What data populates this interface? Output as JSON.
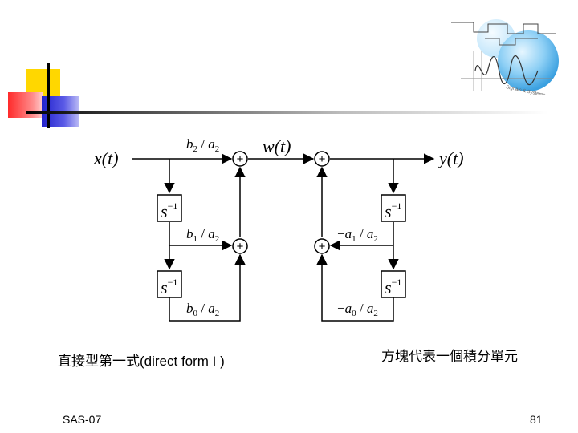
{
  "logo": {
    "caption": "Signals & Systems"
  },
  "diagram": {
    "input_label": "x(t)",
    "output_label": "y(t)",
    "intermediate_label": "w(t)",
    "integrator_label": "s",
    "integrator_exp": "−1",
    "coef_b2": {
      "num": "b",
      "sub": "2",
      "den": "a",
      "dsub": "2"
    },
    "coef_b1": {
      "num": "b",
      "sub": "1",
      "den": "a",
      "dsub": "2"
    },
    "coef_b0": {
      "num": "b",
      "sub": "0",
      "den": "a",
      "dsub": "2"
    },
    "coef_a1": {
      "sign": "−",
      "num": "a",
      "sub": "1",
      "den": "a",
      "dsub": "2"
    },
    "coef_a0": {
      "sign": "−",
      "num": "a",
      "sub": "0",
      "den": "a",
      "dsub": "2"
    },
    "adder_symbol": "+"
  },
  "caption_left": "直接型第一式(direct form I )",
  "caption_right": "方塊代表一個積分單元",
  "footer": {
    "left": "SAS-07",
    "page": "81"
  }
}
